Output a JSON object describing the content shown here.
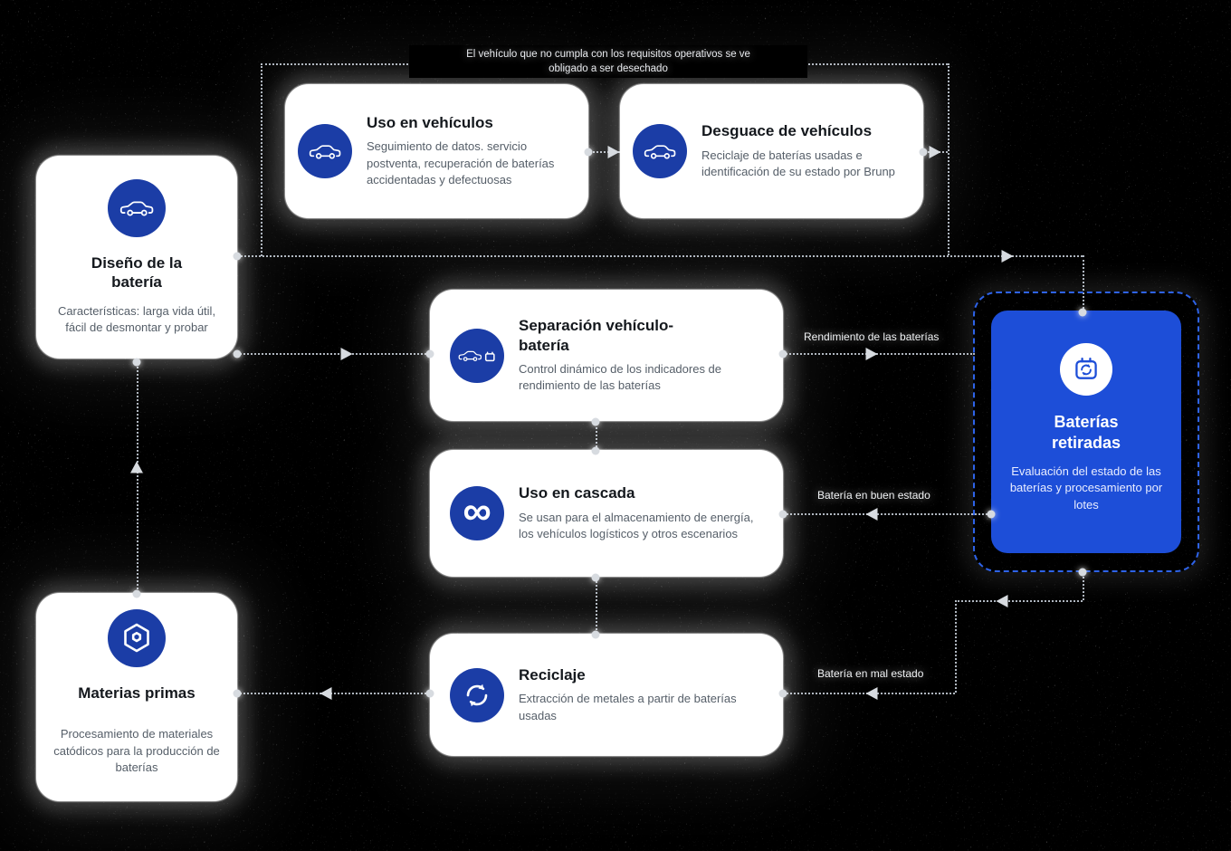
{
  "colors": {
    "background": "#000000",
    "card_bg": "#ffffff",
    "icon_circle_blue": "#1b3da6",
    "highlight_card_blue": "#1d4ed8",
    "dashed_border_blue": "#2e63e8",
    "connector_gray": "#d7dbe0"
  },
  "top_note": {
    "line1": "El vehículo que no cumpla con los requisitos operativos se ve",
    "line2": "obligado a ser desechado"
  },
  "cards": {
    "diseno": {
      "title": "Diseño de la batería",
      "description": "Características: larga vida útil, fácil de desmontar y probar",
      "icon": "car-icon"
    },
    "uso_vehiculos": {
      "title": "Uso en vehículos",
      "description": "Seguimiento de datos. servicio postventa, recuperación de baterías accidentadas y defectuosas",
      "icon": "car-icon"
    },
    "desguace": {
      "title": "Desguace de vehículos",
      "description": "Reciclaje de baterías usadas e identificación de su estado por Brunp",
      "icon": "car-icon"
    },
    "separacion": {
      "title": "Separación vehículo-batería",
      "description": "Control dinámico de los indicadores de rendimiento de las baterías",
      "icon": "car-battery-icon"
    },
    "cascada": {
      "title": "Uso en cascada",
      "description": "Se usan para el almacenamiento de energía, los vehículos logísticos y otros escenarios",
      "icon": "infinity-icon"
    },
    "reciclaje": {
      "title": "Reciclaje",
      "description": "Extracción de metales a partir de baterías usadas",
      "icon": "recycle-icon"
    },
    "materias": {
      "title": "Materias primas",
      "description": "Procesamiento de materiales catódicos para la producción de baterías",
      "icon": "hexagon-icon"
    },
    "retiradas": {
      "title": "Baterías retiradas",
      "description": "Evaluación del estado de las baterías y procesamiento por lotes",
      "icon": "batch-recycle-icon"
    }
  },
  "edge_labels": {
    "rendimiento": "Rendimiento de las baterías",
    "buen_estado": "Batería en buen estado",
    "mal_estado": "Batería en mal estado"
  }
}
